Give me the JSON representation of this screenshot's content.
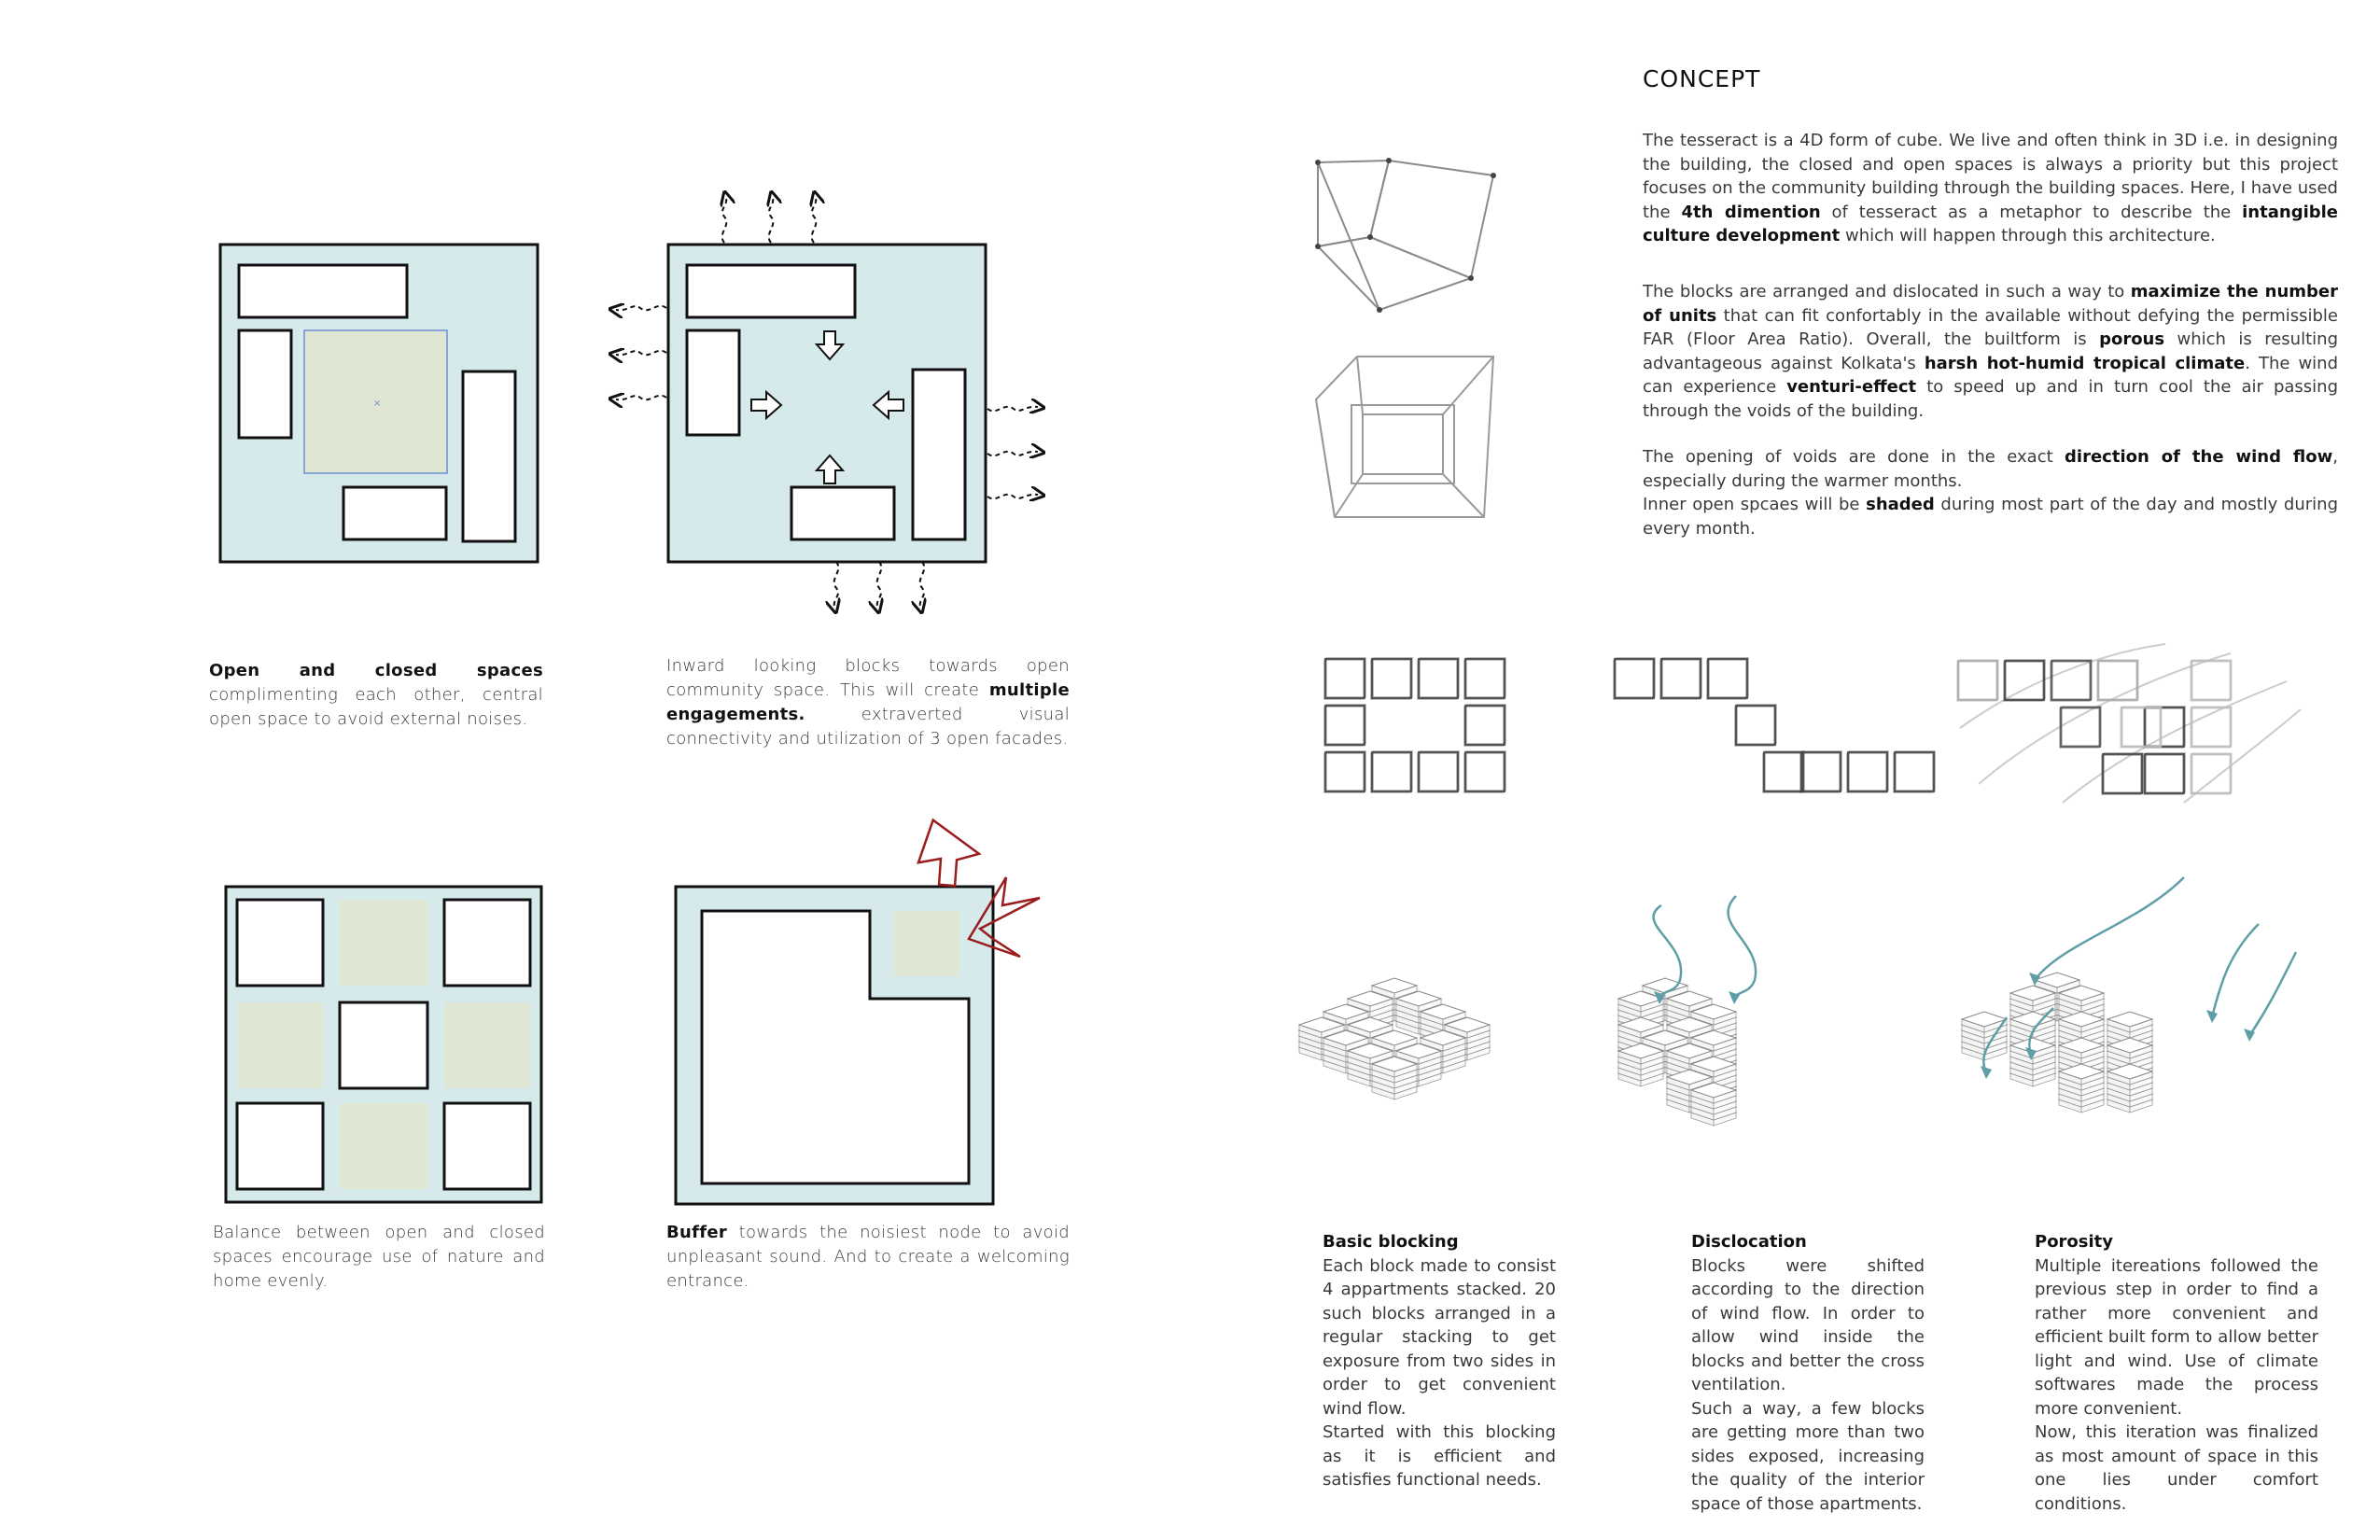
{
  "concept": {
    "title": "CONCEPT",
    "p1": [
      {
        "t": "The tesseract is a 4D form of cube. We live and often think in 3D i.e. in designing the building, the closed and open spaces is always a priority but this project focuses on the community building through the building spaces. Here, I have used the "
      },
      {
        "t": "4th dimention",
        "b": true
      },
      {
        "t": " of tesseract as a metaphor to describe the "
      },
      {
        "t": "intangible culture development",
        "b": true
      },
      {
        "t": " which will happen through this architecture."
      }
    ],
    "p2": [
      {
        "t": "The blocks are arranged and dislocated in such a way to "
      },
      {
        "t": "maximize the number of units",
        "b": true
      },
      {
        "t": " that can fit confortably in the available without defying the permissible FAR (Floor Area Ratio). Overall, the builtform is "
      },
      {
        "t": "porous",
        "b": true
      },
      {
        "t": " which is resulting advantageous against Kolkata's "
      },
      {
        "t": "harsh hot-humid tropical climate",
        "b": true
      },
      {
        "t": ". The wind can experience "
      },
      {
        "t": "venturi-effect",
        "b": true
      },
      {
        "t": " to speed up and in turn cool the air passing through the voids of the building."
      }
    ],
    "p3": [
      {
        "t": "The opening of voids are done in the exact "
      },
      {
        "t": "direction of the wind flow",
        "b": true
      },
      {
        "t": ", especially during the warmer months."
      }
    ],
    "p4": [
      {
        "t": "Inner open spcaes will be "
      },
      {
        "t": "shaded",
        "b": true
      },
      {
        "t": " during most part of the day and mostly during every month."
      }
    ]
  },
  "captions": {
    "c1": [
      {
        "t": "Open and closed spaces",
        "b": true
      },
      {
        "t": " complimenting each other, central open space to avoid external noises."
      }
    ],
    "c2": [
      {
        "t": "Inward looking blocks towards open community space. This will create "
      },
      {
        "t": "multiple engagements.",
        "b": true
      },
      {
        "t": " extraverted visual connectivity and utilization of 3 open facades."
      }
    ],
    "c3": [
      {
        "t": "Balance between open and closed spaces encourage use of nature and home evenly."
      }
    ],
    "c4": [
      {
        "t": "Buffer",
        "b": true
      },
      {
        "t": " towards the noisiest node to avoid unpleasant sound. And to create a welcoming entrance."
      }
    ]
  },
  "steps": [
    {
      "heading": "Basic blocking",
      "lines": [
        "Each block made to consist 4 appartments stacked. 20 such blocks arranged in a regular stacking to get exposure from two sides in order to get convenient wind flow.",
        "Started with this blocking as it is efficient and satisfies functional needs."
      ]
    },
    {
      "heading": "Disclocation",
      "lines": [
        "Blocks were shifted according to the direction of wind flow. In order to allow wind inside the blocks and better the cross ventilation.",
        "Such a way, a few blocks are getting more than two sides exposed, increasing the quality of the interior space of those apartments."
      ]
    },
    {
      "heading": "Porosity",
      "lines": [
        "Multiple itereations followed the previous step in order to find a rather more convenient and efficient built form to allow better light and wind. Use of climate softwares made the process more convenient.",
        "Now, this iteration was finalized as most amount of space in this one lies under comfort conditions."
      ]
    }
  ],
  "colors": {
    "site": "#d6eaec",
    "green": "#dfe6d3",
    "stroke": "#111111",
    "arrow_red": "#9b1c1c",
    "wind": "#5e9ea7"
  }
}
